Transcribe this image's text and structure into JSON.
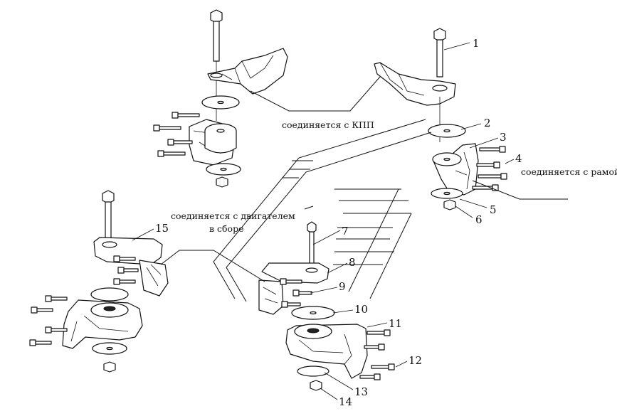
{
  "figure": {
    "callouts": [
      "1",
      "2",
      "3",
      "4",
      "5",
      "6",
      "7",
      "8",
      "9",
      "10",
      "11",
      "12",
      "13",
      "14",
      "15"
    ],
    "captions": {
      "gearbox": "соединяется с КПП",
      "frame": "соединяется с рамой",
      "engine_line1": "соединяется с двигателем",
      "engine_line2": "в сборе"
    }
  }
}
